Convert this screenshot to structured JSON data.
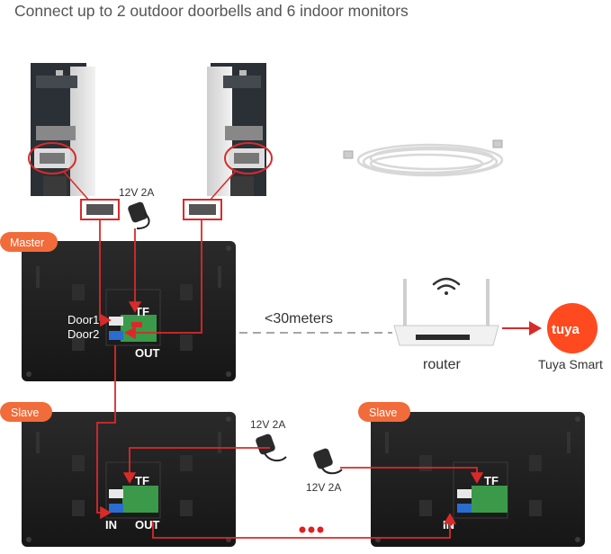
{
  "headline": "Connect up to 2 outdoor doorbells and 6 indoor monitors",
  "power_labels": {
    "top": "12V 2A",
    "middle": "12V 2A",
    "bottom": "12V 2A"
  },
  "monitors": {
    "master": {
      "badge": "Master",
      "tf": "TF",
      "door1": "Door1",
      "door2": "Door2",
      "out": "OUT"
    },
    "slave_left": {
      "badge": "Slave",
      "tf": "TF",
      "in": "IN",
      "out": "OUT"
    },
    "slave_right": {
      "badge": "Slave",
      "tf": "TF",
      "in": "IN"
    }
  },
  "network": {
    "distance": "<30meters",
    "router": "router",
    "brand_logo": "tuya",
    "brand_caption": "Tuya Smart"
  },
  "colors": {
    "wire": "#d92a2a",
    "badge": "#f26b3a",
    "tuya": "#ff4a1f",
    "panel": "#1c1c1c",
    "text": "#333333"
  },
  "icons": [
    "wifi-icon",
    "power-adapter-icon",
    "cable-coil-icon",
    "sd-card-icon"
  ]
}
